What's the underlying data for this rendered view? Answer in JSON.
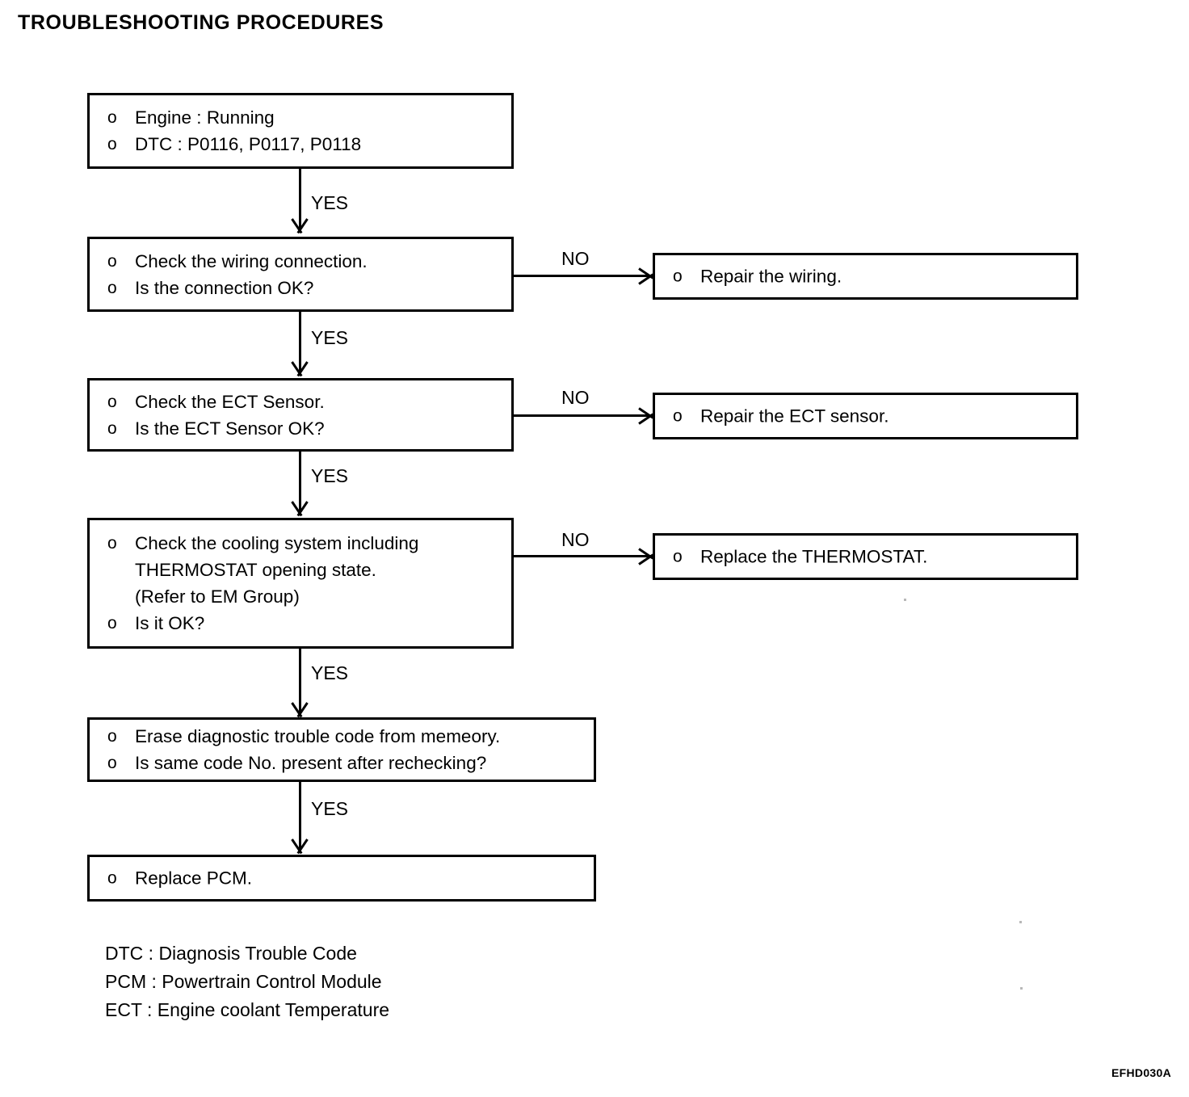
{
  "title": "TROUBLESHOOTING PROCEDURES",
  "figure_code": "EFHD030A",
  "bullet_glyph": "o",
  "edge_labels": {
    "yes": "YES",
    "no": "NO"
  },
  "boxes": {
    "start": {
      "lines": [
        {
          "bullet": true,
          "text": "Engine : Running"
        },
        {
          "bullet": true,
          "text": "DTC : P0116, P0117, P0118"
        }
      ]
    },
    "check_wiring": {
      "lines": [
        {
          "bullet": true,
          "text": "Check the wiring connection."
        },
        {
          "bullet": true,
          "text": "Is the connection OK?"
        }
      ]
    },
    "repair_wiring": {
      "lines": [
        {
          "bullet": true,
          "text": "Repair the wiring."
        }
      ]
    },
    "check_ect": {
      "lines": [
        {
          "bullet": true,
          "text": "Check the ECT Sensor."
        },
        {
          "bullet": true,
          "text": "Is the ECT Sensor OK?"
        }
      ]
    },
    "repair_ect": {
      "lines": [
        {
          "bullet": true,
          "text": "Repair the ECT sensor."
        }
      ]
    },
    "check_cooling": {
      "lines": [
        {
          "bullet": true,
          "text": "Check the cooling system including"
        },
        {
          "bullet": false,
          "text": "THERMOSTAT opening state."
        },
        {
          "bullet": false,
          "text": "(Refer to EM Group)"
        },
        {
          "bullet": true,
          "text": "Is it OK?"
        }
      ]
    },
    "replace_thermostat": {
      "lines": [
        {
          "bullet": true,
          "text": "Replace the THERMOSTAT."
        }
      ]
    },
    "erase_dtc": {
      "lines": [
        {
          "bullet": true,
          "text": "Erase diagnostic trouble code from memeory."
        },
        {
          "bullet": true,
          "text": "Is same code No. present after rechecking?"
        }
      ]
    },
    "replace_pcm": {
      "lines": [
        {
          "bullet": true,
          "text": "Replace PCM."
        }
      ]
    }
  },
  "legend": [
    "DTC : Diagnosis Trouble Code",
    "PCM : Powertrain Control Module",
    "ECT : Engine coolant Temperature"
  ]
}
